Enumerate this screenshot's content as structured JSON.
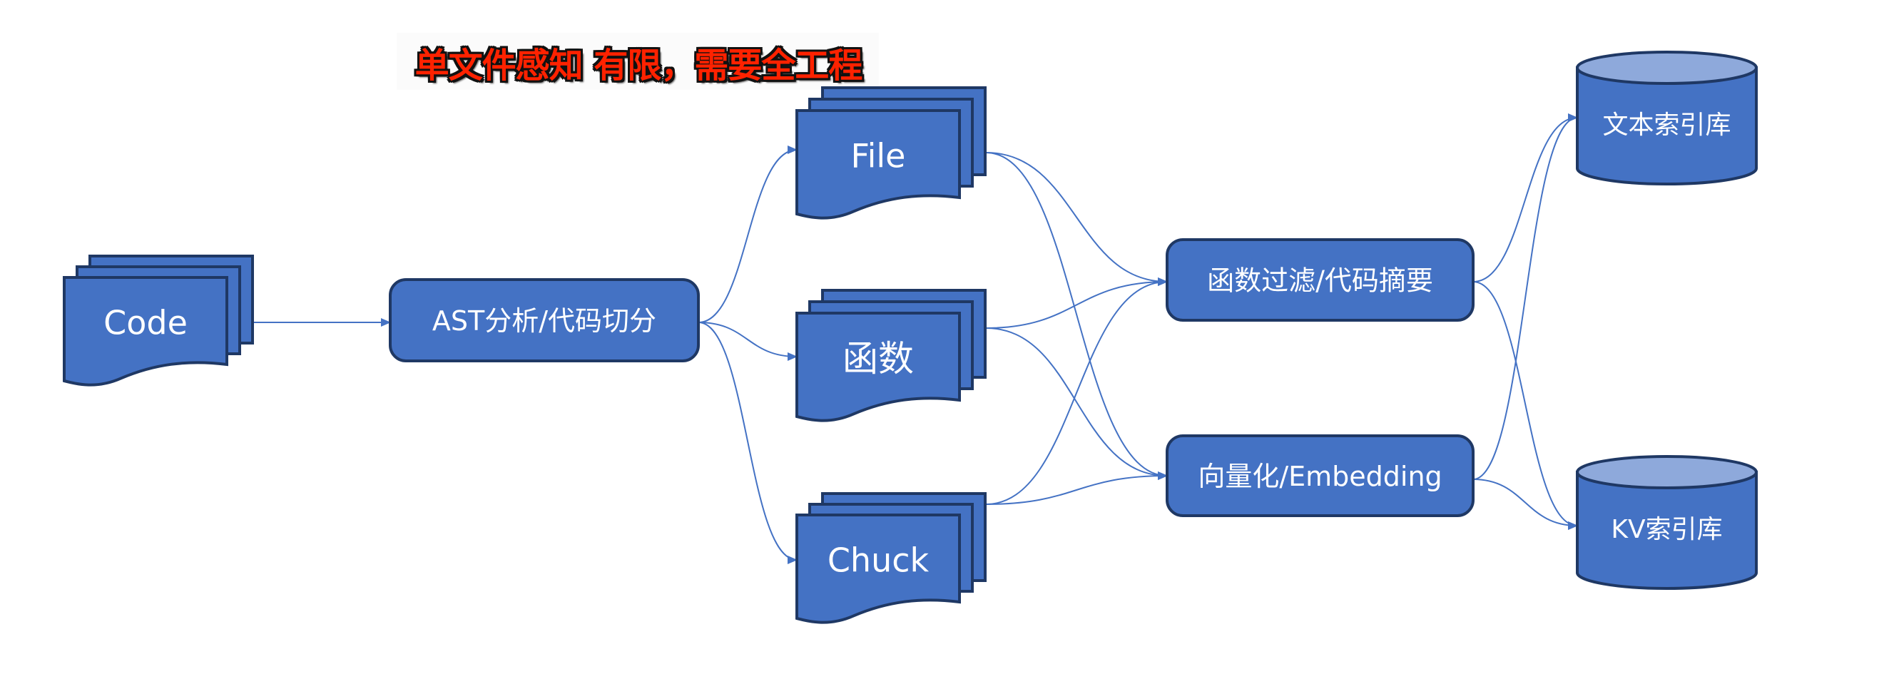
{
  "title": "单文件感知 有限，需要全工程",
  "colors": {
    "shape_fill": "#4472C4",
    "shape_stroke": "#1F3864",
    "cylinder_top": "#8EA9DB",
    "connector": "#4472C4",
    "title_text": "#FF2200",
    "title_outline": "#111111",
    "label_text": "#FFFFFF"
  },
  "nodes": {
    "code": {
      "label": "Code",
      "shape": "multi-document"
    },
    "ast": {
      "label": "AST分析/代码切分",
      "shape": "rounded-rectangle"
    },
    "file": {
      "label": "File",
      "shape": "multi-document"
    },
    "func": {
      "label": "函数",
      "shape": "multi-document"
    },
    "chuck": {
      "label": "Chuck",
      "shape": "multi-document"
    },
    "filter": {
      "label": "函数过滤/代码摘要",
      "shape": "rounded-rectangle"
    },
    "embed": {
      "label": "向量化/Embedding",
      "shape": "rounded-rectangle"
    },
    "textdb": {
      "label": "文本索引库",
      "shape": "cylinder"
    },
    "kvdb": {
      "label": "KV索引库",
      "shape": "cylinder"
    }
  },
  "edges": [
    {
      "from": "code",
      "to": "ast"
    },
    {
      "from": "ast",
      "to": "file"
    },
    {
      "from": "ast",
      "to": "func"
    },
    {
      "from": "ast",
      "to": "chuck"
    },
    {
      "from": "file",
      "to": "filter"
    },
    {
      "from": "file",
      "to": "embed"
    },
    {
      "from": "func",
      "to": "filter"
    },
    {
      "from": "func",
      "to": "embed"
    },
    {
      "from": "chuck",
      "to": "filter"
    },
    {
      "from": "chuck",
      "to": "embed"
    },
    {
      "from": "filter",
      "to": "textdb"
    },
    {
      "from": "filter",
      "to": "kvdb"
    },
    {
      "from": "embed",
      "to": "textdb"
    },
    {
      "from": "embed",
      "to": "kvdb"
    }
  ]
}
